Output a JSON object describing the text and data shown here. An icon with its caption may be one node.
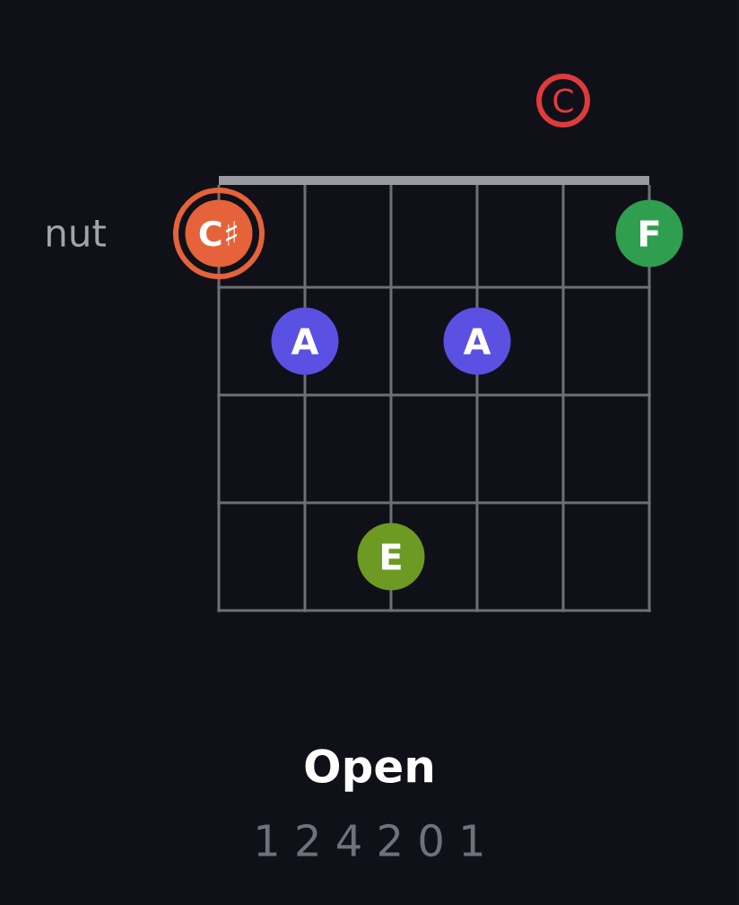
{
  "diagram": {
    "title": "Open",
    "nodes": [
      {
        "text": [
          "C"
        ]
      },
      {
        "text": [
          "C♯"
        ]
      },
      {
        "text": [
          "F"
        ]
      },
      {
        "text": [
          "A"
        ]
      },
      {
        "text": [
          "A"
        ]
      },
      {
        "text": [
          "E"
        ]
      }
    ],
    "labels": [
      "nut",
      "1 2 4 2 0 1"
    ]
  }
}
